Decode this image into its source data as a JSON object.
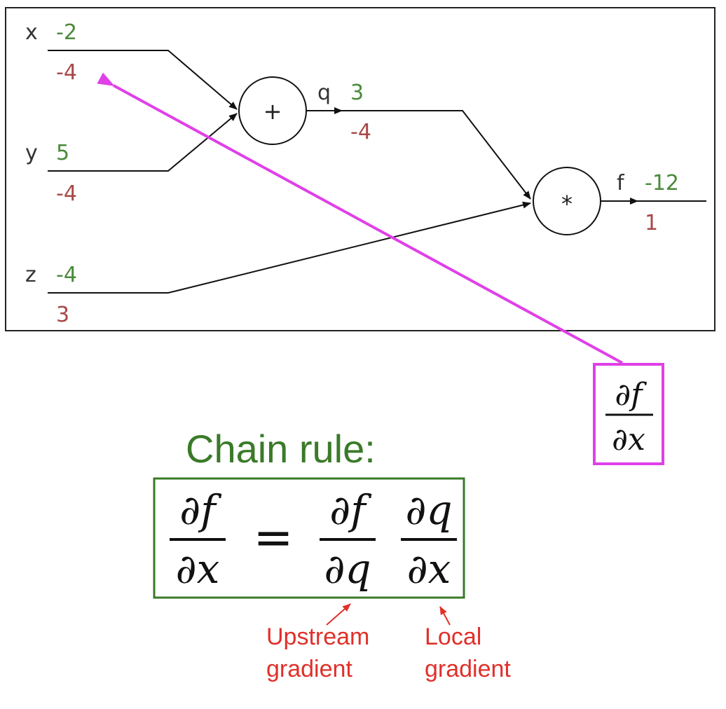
{
  "graph": {
    "inputs": [
      {
        "label": "x",
        "value": "-2",
        "gradient": "-4"
      },
      {
        "label": "y",
        "value": "5",
        "gradient": "-4"
      },
      {
        "label": "z",
        "value": "-4",
        "gradient": "3"
      }
    ],
    "add_node": {
      "symbol": "+",
      "out_label": "q",
      "value": "3",
      "gradient": "-4"
    },
    "mul_node": {
      "symbol": "*",
      "out_label": "f",
      "value": "-12",
      "gradient": "1"
    }
  },
  "derivative_box": {
    "numerator": "∂f",
    "denominator": "∂x"
  },
  "chain_rule": {
    "heading": "Chain rule:",
    "lhs": {
      "numerator": "∂f",
      "denominator": "∂x"
    },
    "equals": "=",
    "term1": {
      "numerator": "∂f",
      "denominator": "∂q"
    },
    "term2": {
      "numerator": "∂q",
      "denominator": "∂x"
    }
  },
  "annotations": {
    "upstream": [
      "Upstream",
      "gradient"
    ],
    "local": [
      "Local",
      "gradient"
    ]
  },
  "colors": {
    "forward": "#4a8a3a",
    "backward": "#a84848",
    "highlight": "#e040e8",
    "frame": "#3a7a28",
    "note": "#e0302a"
  }
}
